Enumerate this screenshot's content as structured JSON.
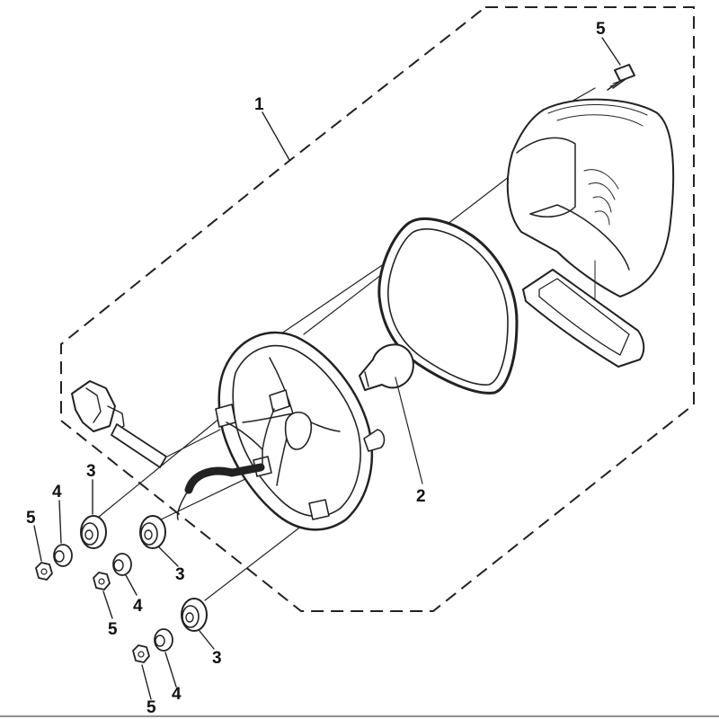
{
  "diagram": {
    "colors": {
      "line": "#222222",
      "background": "#ffffff"
    },
    "callouts": {
      "c1": "1",
      "c2": "2",
      "c3a": "3",
      "c3b": "3",
      "c3c": "3",
      "c4a": "4",
      "c4b": "4",
      "c4c": "4",
      "c5top": "5",
      "c5a": "5",
      "c5b": "5",
      "c5c": "5"
    }
  }
}
